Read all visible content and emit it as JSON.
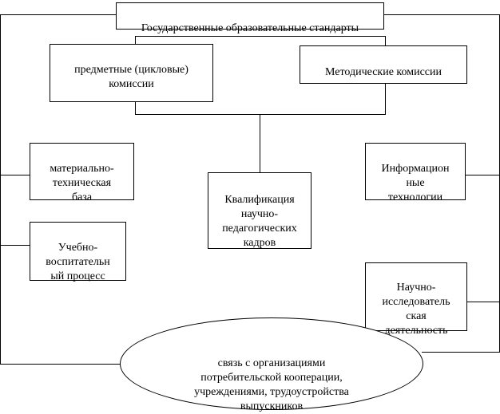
{
  "diagram": {
    "nodes": {
      "standards": "Государственные образовательные стандарты",
      "subject_commissions": "предметные (цикловые)\nкомиссии",
      "methodical_commissions": "Методические комиссии",
      "material_base": "материально-\nтехническая\nбаза",
      "educational_process": "Учебно-\nвоспитательн\nый процесс",
      "qualification": "Квалификация\nнаучно-\nпедагогических\nкадров",
      "info_tech": "Информацион\nные\nтехнологии",
      "research": "Научно-\nисследователь\nская\nдеятельность",
      "cooperation": "связь с организациями\nпотребительской кооперации,\nучреждениями, трудоустройства\nвыпускников"
    },
    "line_color": "#000000",
    "box_border_color": "#000000",
    "background_color": "#ffffff"
  }
}
